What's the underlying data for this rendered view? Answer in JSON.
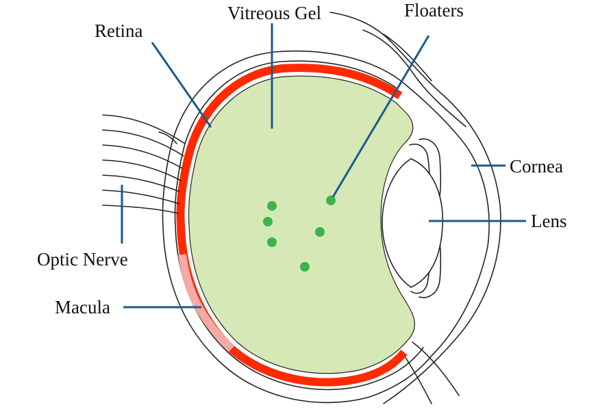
{
  "labels": {
    "vitreous_gel": "Vitreous Gel",
    "floaters": "Floaters",
    "retina": "Retina",
    "cornea": "Cornea",
    "lens": "Lens",
    "optic_nerve": "Optic Nerve",
    "macula": "Macula"
  },
  "colors": {
    "retina": "#ff2a00",
    "macula": "#f4aaa6",
    "vitreous": "#d5e8b6",
    "floaters": "#3cb44b",
    "leader_lines": "#1a5a8c",
    "outline": "#222222"
  },
  "floaters_count": 6
}
